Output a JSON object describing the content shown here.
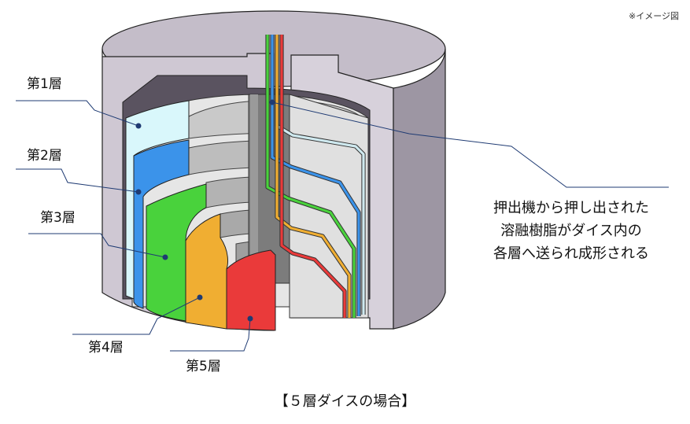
{
  "note": "※イメージ図",
  "layers": [
    {
      "label": "第1層",
      "color": "#d9f7fb"
    },
    {
      "label": "第2層",
      "color": "#3b93ea"
    },
    {
      "label": "第3層",
      "color": "#49d23c"
    },
    {
      "label": "第4層",
      "color": "#f0ae32"
    },
    {
      "label": "第5層",
      "color": "#ea3a3a"
    }
  ],
  "description": {
    "lines": [
      "押出機から押し出された",
      "溶融樹脂がダイス内の",
      "各層へ送られ成形される"
    ]
  },
  "caption": "【５層ダイスの場合】"
}
